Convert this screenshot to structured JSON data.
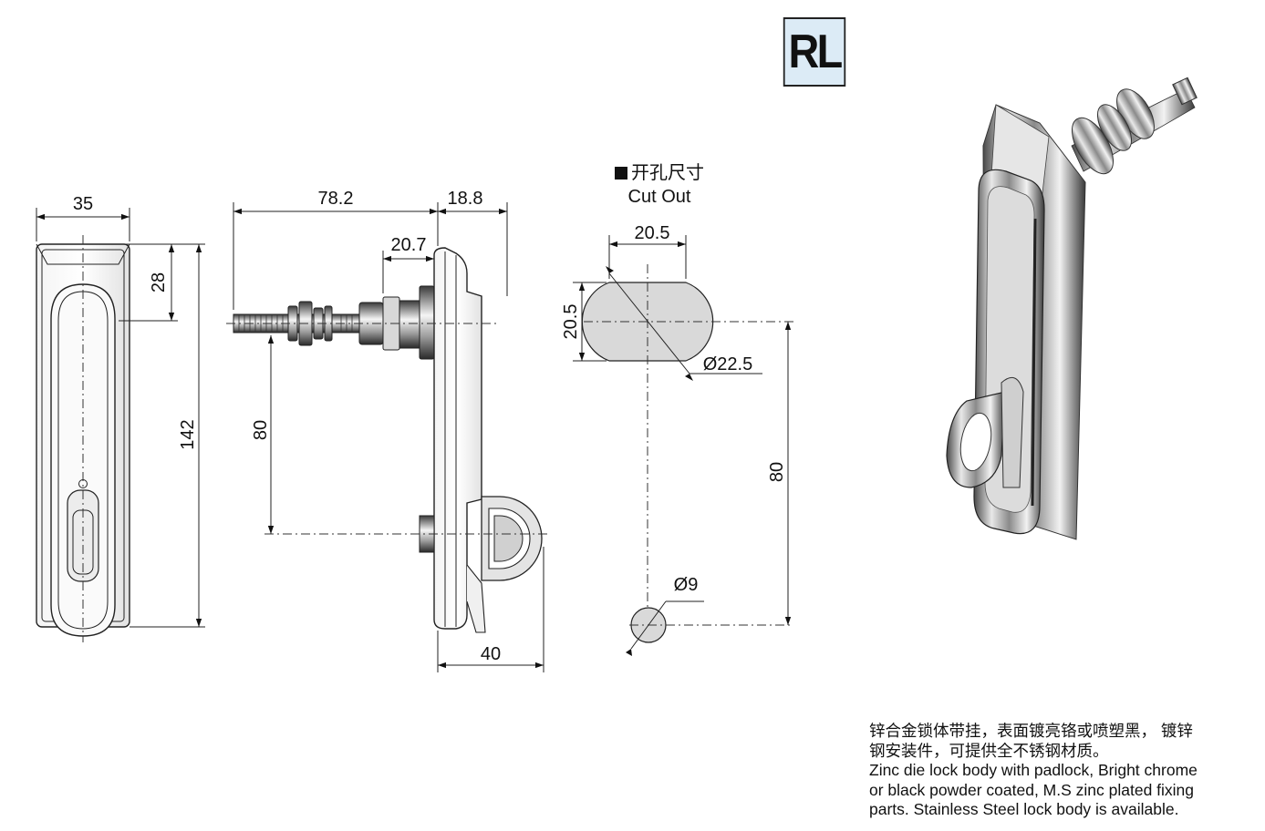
{
  "model_badge": "RL",
  "cutout": {
    "title_cn": "开孔尺寸",
    "title_en": "Cut Out"
  },
  "dimensions": {
    "front_width": "35",
    "front_top": "28",
    "front_height": "142",
    "side_length": "78.2",
    "side_depth": "18.8",
    "side_nut": "20.7",
    "side_offset": "80",
    "side_bottom": "40",
    "cut_width": "20.5",
    "cut_height": "20.5",
    "cut_diameter": "Ø22.5",
    "cut_spacing": "80",
    "hole_diameter": "Ø9"
  },
  "description": [
    "锌合金锁体带挂，表面镀亮铬或喷塑黑， 镀锌",
    "钢安装件，可提供全不锈钢材质。",
    "Zinc die lock body with padlock, Bright chrome",
    "or black powder coated, M.S zinc plated fixing",
    "parts. Stainless Steel lock body is available."
  ]
}
